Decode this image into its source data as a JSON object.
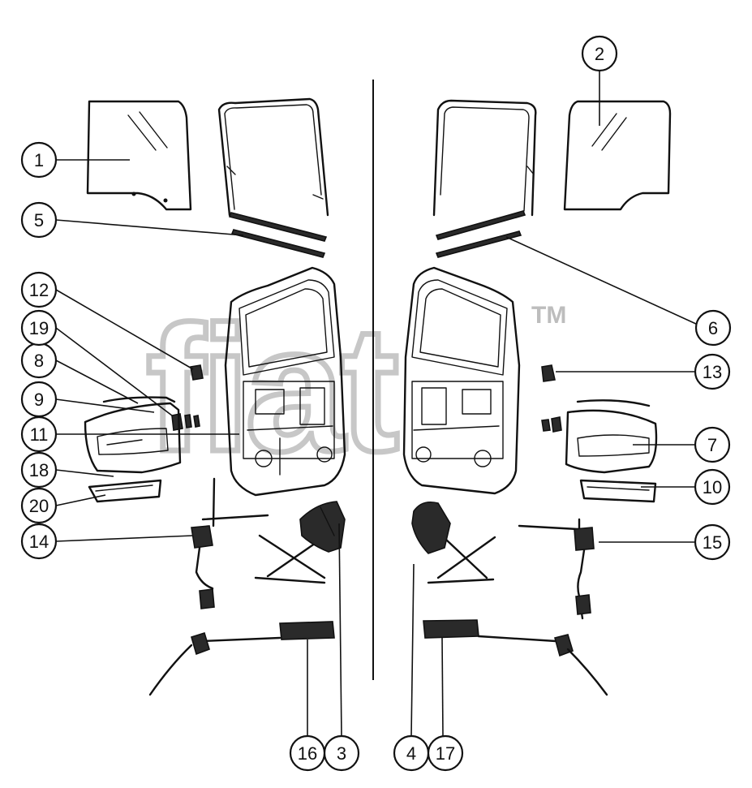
{
  "diagram": {
    "watermark": {
      "text": "fiat",
      "trademark": "TM"
    },
    "callouts": [
      {
        "id": "c1",
        "label": "1"
      },
      {
        "id": "c2",
        "label": "2"
      },
      {
        "id": "c3",
        "label": "3"
      },
      {
        "id": "c4",
        "label": "4"
      },
      {
        "id": "c5",
        "label": "5"
      },
      {
        "id": "c6",
        "label": "6"
      },
      {
        "id": "c7",
        "label": "7"
      },
      {
        "id": "c8",
        "label": "8"
      },
      {
        "id": "c9",
        "label": "9"
      },
      {
        "id": "c10",
        "label": "10"
      },
      {
        "id": "c11",
        "label": "11"
      },
      {
        "id": "c12",
        "label": "12"
      },
      {
        "id": "c13",
        "label": "13"
      },
      {
        "id": "c14",
        "label": "14"
      },
      {
        "id": "c15",
        "label": "15"
      },
      {
        "id": "c16",
        "label": "16"
      },
      {
        "id": "c17",
        "label": "17"
      },
      {
        "id": "c18",
        "label": "18"
      },
      {
        "id": "c19",
        "label": "19"
      },
      {
        "id": "c20",
        "label": "20"
      }
    ]
  }
}
